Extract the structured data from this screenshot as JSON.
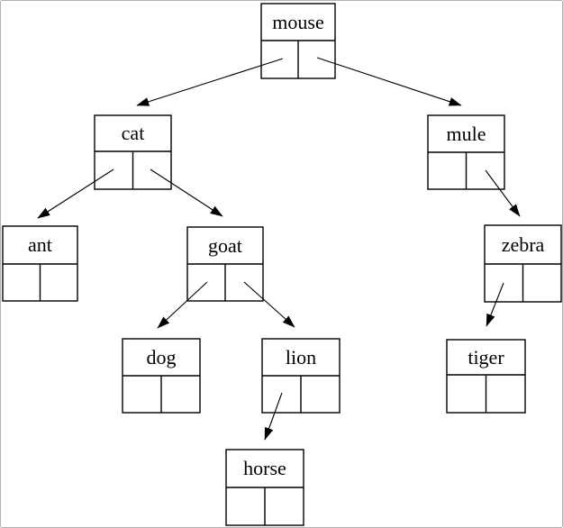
{
  "diagram": {
    "type": "binary-tree",
    "description": "Linked binary search tree of animal names; each node drawn as a record with a label cell on top and left/right pointer cells below, arrows from pointer cells to child nodes",
    "nodes": {
      "mouse": {
        "label": "mouse"
      },
      "cat": {
        "label": "cat"
      },
      "mule": {
        "label": "mule"
      },
      "ant": {
        "label": "ant"
      },
      "goat": {
        "label": "goat"
      },
      "zebra": {
        "label": "zebra"
      },
      "dog": {
        "label": "dog"
      },
      "lion": {
        "label": "lion"
      },
      "tiger": {
        "label": "tiger"
      },
      "horse": {
        "label": "horse"
      }
    },
    "edges": [
      {
        "from": "mouse",
        "pointer": "left",
        "to": "cat"
      },
      {
        "from": "mouse",
        "pointer": "right",
        "to": "mule"
      },
      {
        "from": "cat",
        "pointer": "left",
        "to": "ant"
      },
      {
        "from": "cat",
        "pointer": "right",
        "to": "goat"
      },
      {
        "from": "goat",
        "pointer": "left",
        "to": "dog"
      },
      {
        "from": "goat",
        "pointer": "right",
        "to": "lion"
      },
      {
        "from": "lion",
        "pointer": "left",
        "to": "horse"
      },
      {
        "from": "mule",
        "pointer": "right",
        "to": "zebra"
      },
      {
        "from": "zebra",
        "pointer": "left",
        "to": "tiger"
      }
    ],
    "colors": {
      "line": "#000000",
      "background": "#ffffff",
      "frame_border": "#b0b0b0"
    }
  }
}
